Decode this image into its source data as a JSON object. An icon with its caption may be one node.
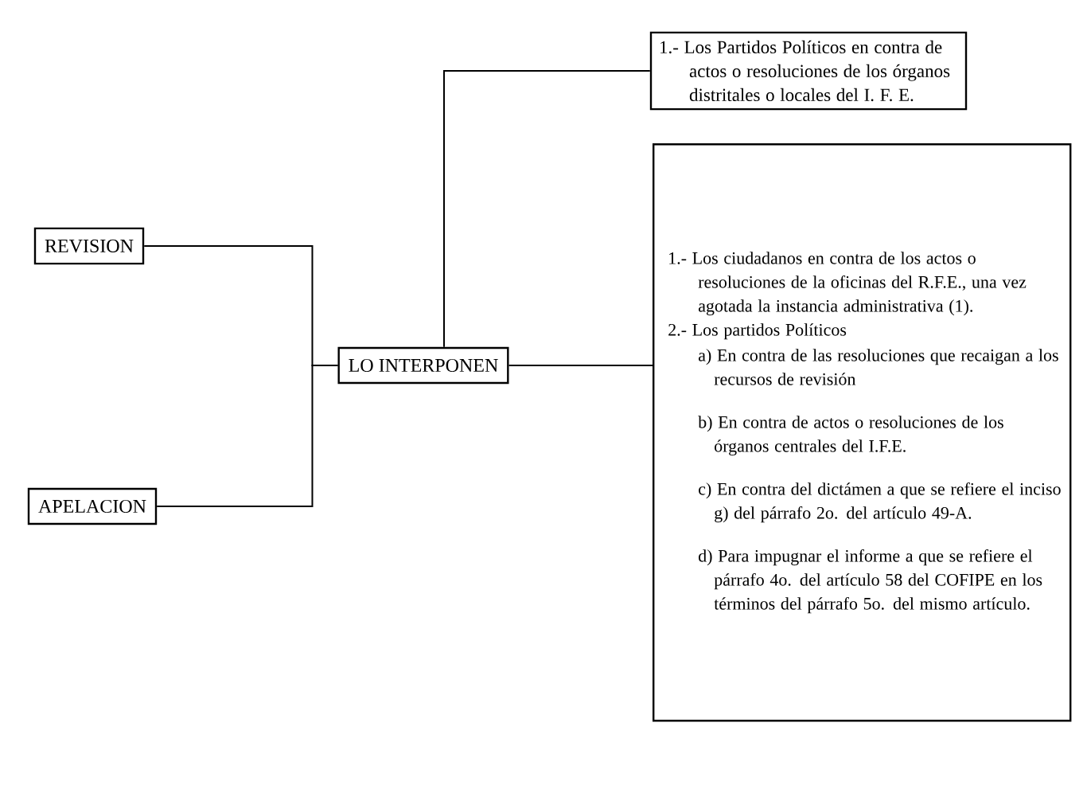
{
  "diagram": {
    "nodes": [
      {
        "text": [
          "REVISION"
        ]
      },
      {
        "text": [
          "APELACION"
        ]
      },
      {
        "text": [
          "LO INTERPONEN"
        ]
      },
      {
        "text": [
          "1.- Los Partidos Políticos en contra de actos o resoluciones de los órganos distritales o locales del I. F. E."
        ]
      },
      {
        "text": [
          "1.- Los ciudadanos en contra de los actos o resoluciones de la oficinas del R.F.E., una vez agotada la instancia administrativa (1).",
          "2.- Los partidos Políticos",
          "a) En contra de las resoluciones que recaigan a los recursos de revisión",
          "b) En contra de actos o resoluciones de los órganos centrales del I.F.E.",
          "c) En contra del dictámen a que se refiere el inciso g) del párrafo 2o. del artículo 49-A.",
          "d) Para impugnar el informe a que se refiere el párrafo 4o. del artículo 58 del COFIPE en los términos del párrafo 5o. del mismo artículo."
        ]
      }
    ],
    "edges": [
      {
        "from": 0,
        "to": 2,
        "arrow": "none"
      },
      {
        "from": 1,
        "to": 2,
        "arrow": "none"
      },
      {
        "from": 2,
        "to": 3,
        "arrow": "none"
      },
      {
        "from": 2,
        "to": 4,
        "arrow": "none"
      }
    ]
  }
}
